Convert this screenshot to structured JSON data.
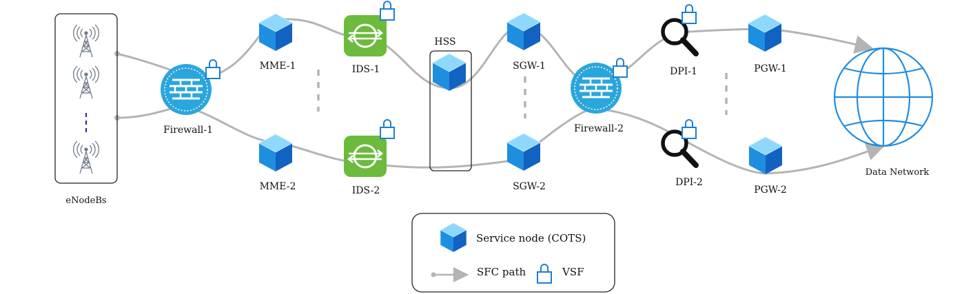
{
  "nodes": {
    "enodebs": "eNodeBs",
    "firewall1": "Firewall-1",
    "firewall2": "Firewall-2",
    "mme1": "MME-1",
    "mme2": "MME-2",
    "ids1": "IDS-1",
    "ids2": "IDS-2",
    "hss": "HSS",
    "sgw1": "SGW-1",
    "sgw2": "SGW-2",
    "dpi1": "DPI-1",
    "dpi2": "DPI-2",
    "pgw1": "PGW-1",
    "pgw2": "PGW-2",
    "data_network": "Data Network"
  },
  "legend": {
    "service_node": "Service node (COTS)",
    "sfc_path": "SFC path",
    "vsf": "VSF"
  },
  "icons": {
    "service_node": "cube-icon",
    "firewall": "firewall-icon",
    "ids": "ids-icon",
    "dpi": "magnifier-icon",
    "vsf": "lock-icon",
    "antenna": "cell-tower-icon",
    "network": "globe-icon"
  },
  "colors": {
    "cube_top": "#8ed8fb",
    "cube_left": "#1e8fe0",
    "cube_right": "#1262c2",
    "firewall": "#2ba6dc",
    "ids": "#6cbb3c",
    "lock": "#1a7ed8",
    "path": "#b4b4b4",
    "globe": "#1f8de0"
  }
}
